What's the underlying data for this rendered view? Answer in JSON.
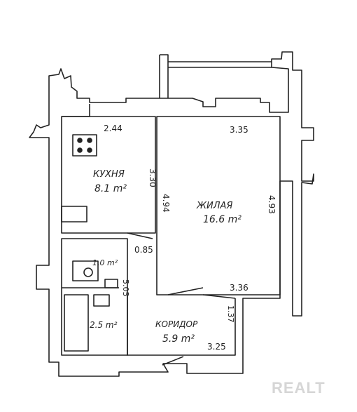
{
  "rooms": {
    "kitchen": {
      "name": "КУХНЯ",
      "area": "8.1 m²"
    },
    "living": {
      "name": "ЖИЛАЯ",
      "area": "16.6 m²"
    },
    "corridor": {
      "name": "КОРИДОР",
      "area": "5.9 m²"
    },
    "toilet": {
      "area": "1.0 m²"
    },
    "bath": {
      "area": "2.5 m²"
    }
  },
  "dimensions": {
    "kitchen_width": "2.44",
    "kitchen_length": "3.30",
    "kitchen_left_wall": "4.94",
    "living_width_top": "3.35",
    "living_width_bottom": "3.36",
    "living_length": "4.93",
    "corridor_width": "3.25",
    "corridor_side": "1.37",
    "bath_block_length": "5.05",
    "passage_width": "0.85"
  },
  "watermark": "REALT",
  "colors": {
    "ink": "#222222",
    "wall_fill": "#ffffff",
    "watermark": "#d6d6d6"
  }
}
